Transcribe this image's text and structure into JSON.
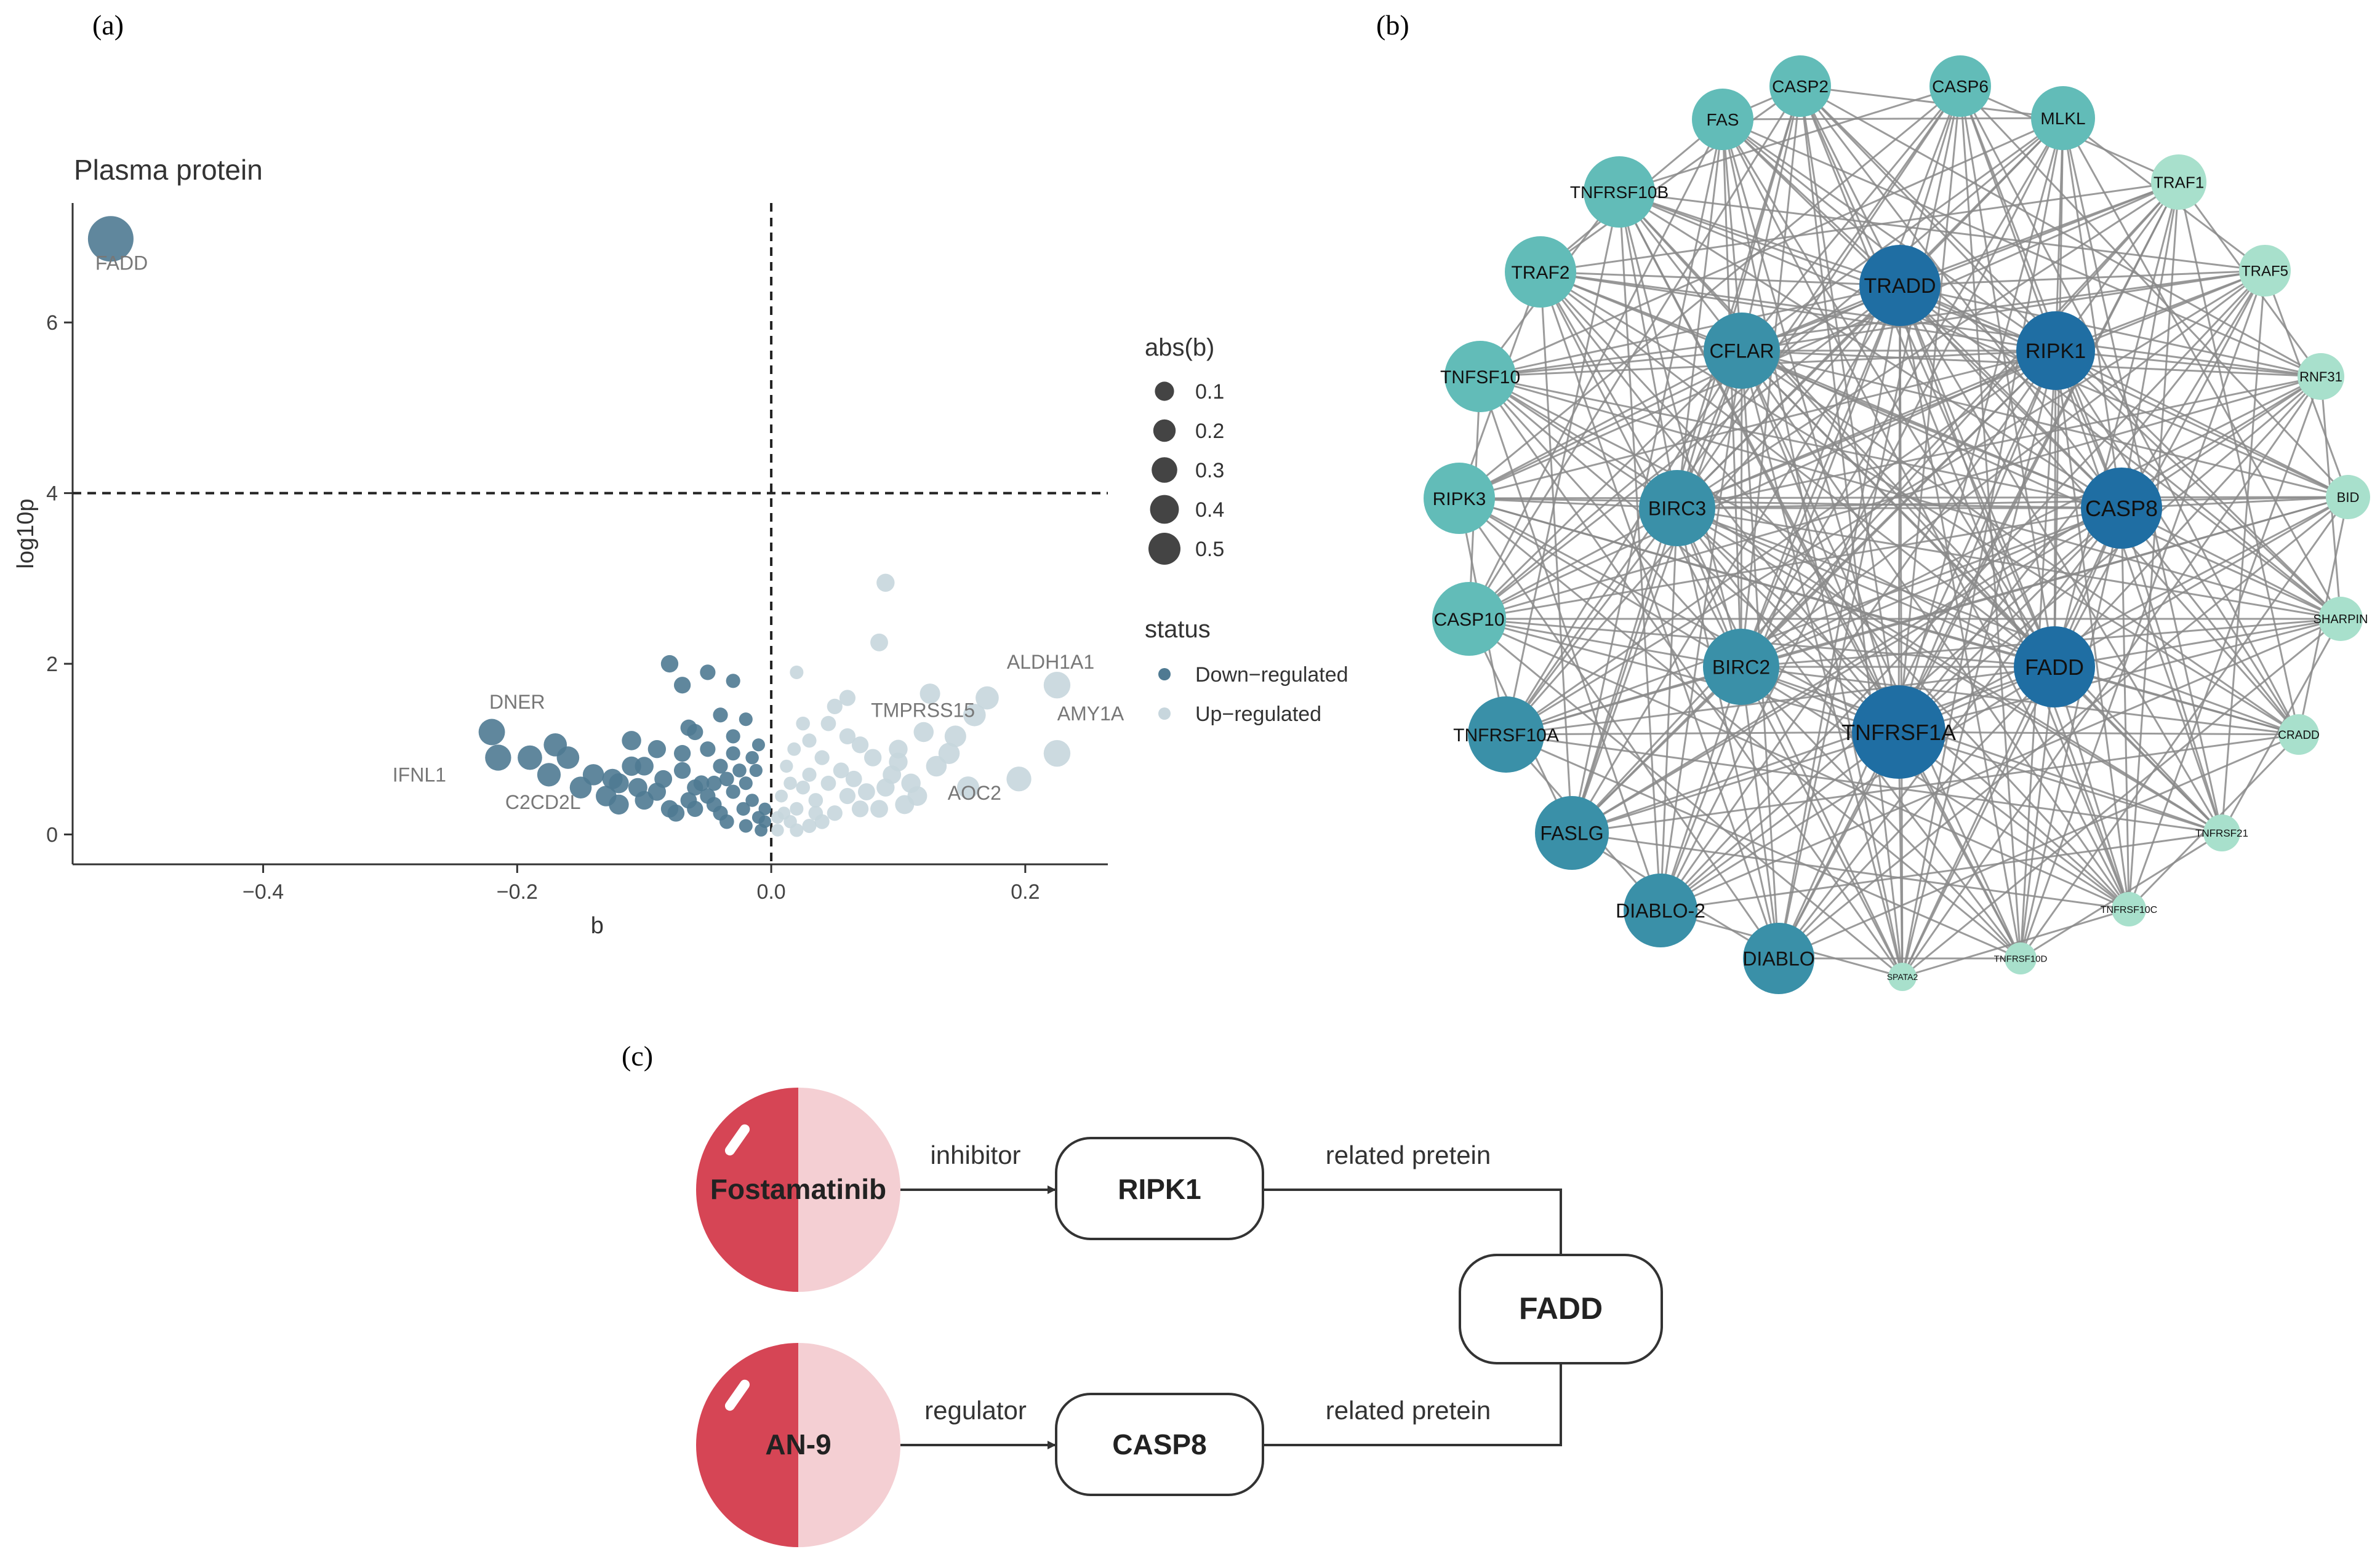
{
  "panels": {
    "a": "(a)",
    "b": "(b)",
    "c": "(c)"
  },
  "chart_data": [
    {
      "type": "scatter",
      "title": "Plasma protein",
      "xlabel": "b",
      "ylabel": "log10p",
      "xlim": [
        -0.55,
        0.265
      ],
      "ylim": [
        -0.35,
        7.4
      ],
      "x_ticks": [
        -0.4,
        -0.2,
        0.0,
        0.2
      ],
      "x_tick_labels": [
        "−0.4",
        "−0.2",
        "0.0",
        "0.2"
      ],
      "y_ticks": [
        0,
        2,
        4,
        6
      ],
      "y_tick_labels": [
        "0",
        "2",
        "4",
        "6"
      ],
      "threshold_y": 4,
      "threshold_x": 0,
      "grid": false,
      "legend_size": {
        "title": "abs(b)",
        "labels": [
          "0.1",
          "0.2",
          "0.3",
          "0.4",
          "0.5"
        ],
        "values": [
          0.1,
          0.2,
          0.3,
          0.4,
          0.5
        ]
      },
      "legend_status": {
        "title": "status",
        "entries": [
          {
            "label": "Down−regulated",
            "color": "#4f7a92"
          },
          {
            "label": "Up−regulated",
            "color": "#c7d6dd"
          }
        ]
      },
      "series": [
        {
          "name": "Down−regulated",
          "color": "#4f7a92",
          "points": [
            [
              -0.52,
              6.98
            ],
            [
              -0.22,
              1.2
            ],
            [
              -0.215,
              0.9
            ],
            [
              -0.19,
              0.9
            ],
            [
              -0.17,
              1.05
            ],
            [
              -0.16,
              0.9
            ],
            [
              -0.14,
              0.7
            ],
            [
              -0.12,
              0.6
            ],
            [
              -0.11,
              1.1
            ],
            [
              -0.1,
              0.8
            ],
            [
              -0.08,
              2.0
            ],
            [
              -0.07,
              1.75
            ],
            [
              -0.05,
              1.9
            ],
            [
              -0.03,
              1.8
            ],
            [
              -0.04,
              1.4
            ],
            [
              -0.065,
              1.25
            ],
            [
              -0.03,
              1.15
            ],
            [
              -0.02,
              1.35
            ],
            [
              -0.015,
              0.9
            ],
            [
              -0.05,
              1.0
            ],
            [
              -0.06,
              0.55
            ],
            [
              -0.07,
              0.75
            ],
            [
              -0.09,
              0.5
            ],
            [
              -0.1,
              0.4
            ],
            [
              -0.13,
              0.45
            ],
            [
              -0.15,
              0.55
            ],
            [
              -0.175,
              0.7
            ],
            [
              -0.12,
              0.35
            ],
            [
              -0.08,
              0.3
            ],
            [
              -0.06,
              0.3
            ],
            [
              -0.04,
              0.25
            ],
            [
              -0.03,
              0.5
            ],
            [
              -0.02,
              0.6
            ],
            [
              -0.015,
              0.4
            ],
            [
              -0.01,
              0.2
            ],
            [
              -0.005,
              0.15
            ],
            [
              -0.008,
              0.05
            ],
            [
              -0.02,
              0.1
            ],
            [
              -0.035,
              0.15
            ],
            [
              -0.045,
              0.35
            ],
            [
              -0.055,
              0.6
            ],
            [
              -0.025,
              0.75
            ],
            [
              -0.04,
              0.8
            ],
            [
              -0.07,
              0.95
            ],
            [
              -0.09,
              1.0
            ],
            [
              -0.11,
              0.8
            ],
            [
              -0.03,
              0.95
            ],
            [
              -0.06,
              1.2
            ],
            [
              -0.05,
              0.45
            ],
            [
              -0.085,
              0.65
            ],
            [
              -0.105,
              0.55
            ],
            [
              -0.125,
              0.65
            ],
            [
              -0.012,
              0.75
            ],
            [
              -0.005,
              0.3
            ],
            [
              -0.022,
              0.3
            ],
            [
              -0.045,
              0.6
            ],
            [
              -0.065,
              0.4
            ],
            [
              -0.01,
              1.05
            ],
            [
              -0.035,
              0.65
            ],
            [
              -0.075,
              0.25
            ]
          ]
        },
        {
          "name": "Up−regulated",
          "color": "#c7d6dd",
          "points": [
            [
              0.09,
              2.95
            ],
            [
              0.085,
              2.25
            ],
            [
              0.02,
              1.9
            ],
            [
              0.06,
              1.6
            ],
            [
              0.05,
              1.5
            ],
            [
              0.03,
              1.1
            ],
            [
              0.045,
              1.3
            ],
            [
              0.125,
              1.65
            ],
            [
              0.17,
              1.6
            ],
            [
              0.225,
              1.75
            ],
            [
              0.16,
              1.4
            ],
            [
              0.145,
              1.15
            ],
            [
              0.12,
              1.2
            ],
            [
              0.1,
              1.0
            ],
            [
              0.13,
              0.8
            ],
            [
              0.14,
              0.95
            ],
            [
              0.11,
              0.6
            ],
            [
              0.095,
              0.7
            ],
            [
              0.08,
              0.9
            ],
            [
              0.07,
              1.05
            ],
            [
              0.065,
              0.65
            ],
            [
              0.06,
              0.45
            ],
            [
              0.04,
              0.9
            ],
            [
              0.03,
              0.7
            ],
            [
              0.025,
              0.55
            ],
            [
              0.02,
              0.3
            ],
            [
              0.015,
              0.15
            ],
            [
              0.01,
              0.25
            ],
            [
              0.005,
              0.2
            ],
            [
              0.008,
              0.45
            ],
            [
              0.012,
              0.8
            ],
            [
              0.018,
              1.0
            ],
            [
              0.035,
              0.4
            ],
            [
              0.05,
              0.25
            ],
            [
              0.055,
              0.75
            ],
            [
              0.075,
              0.5
            ],
            [
              0.09,
              0.55
            ],
            [
              0.105,
              0.35
            ],
            [
              0.115,
              0.45
            ],
            [
              0.155,
              0.55
            ],
            [
              0.195,
              0.65
            ],
            [
              0.225,
              0.95
            ],
            [
              0.085,
              0.3
            ],
            [
              0.04,
              0.15
            ],
            [
              0.03,
              0.1
            ],
            [
              0.015,
              0.6
            ],
            [
              0.025,
              1.3
            ],
            [
              0.06,
              1.15
            ],
            [
              0.045,
              0.6
            ],
            [
              0.07,
              0.3
            ],
            [
              0.005,
              0.05
            ],
            [
              0.02,
              0.05
            ],
            [
              0.035,
              0.25
            ],
            [
              0.1,
              0.85
            ]
          ]
        }
      ],
      "annotations": [
        {
          "label": "FADD",
          "x": -0.52,
          "y": 6.98
        },
        {
          "label": "DNER",
          "x": -0.2,
          "y": 1.3
        },
        {
          "label": "IFNL1",
          "x": -0.24,
          "y": 0.85
        },
        {
          "label": "C2CD2L",
          "x": -0.17,
          "y": 0.55
        },
        {
          "label": "ALDH1A1",
          "x": 0.2,
          "y": 1.9
        },
        {
          "label": "TMPRSS15",
          "x": 0.11,
          "y": 1.4
        },
        {
          "label": "AMY1A",
          "x": 0.23,
          "y": 1.25
        },
        {
          "label": "AOC2",
          "x": 0.16,
          "y": 0.6
        }
      ]
    }
  ],
  "network": {
    "nodes": [
      "CASP2",
      "CASP6",
      "MLKL",
      "TRAF1",
      "TRAF5",
      "RNF31",
      "BID",
      "SHARPIN",
      "CRADD",
      "TNFRSF21",
      "TNFRSF10C",
      "TNFRSF10D",
      "SPATA2",
      "DIABLO",
      "DIABLO-2",
      "FASLG",
      "TNFRSF10A",
      "CASP10",
      "RIPK3",
      "TNFSF10",
      "TRAF2",
      "TNFRSF10B",
      "FAS",
      "TRADD",
      "RIPK1",
      "CFLAR",
      "BIRC3",
      "CASP8",
      "BIRC2",
      "FADD",
      "TNFRSF1A"
    ],
    "node_colors": {
      "strong": "#1f6ea3",
      "mid": "#3a90a8",
      "light": "#62bcb8",
      "pale": "#a8e0cc"
    },
    "edge_color": "#8a8a8a"
  },
  "flow": {
    "drugs": [
      {
        "label": "Fostamatinib",
        "color_left": "#d64555",
        "color_right": "#f4cfd3"
      },
      {
        "label": "AN-9",
        "color_left": "#d64555",
        "color_right": "#f4cfd3"
      }
    ],
    "edges": [
      {
        "label": "inhibitor"
      },
      {
        "label": "regulator"
      },
      {
        "label": "related pretein"
      },
      {
        "label": "related pretein"
      }
    ],
    "boxes": [
      "RIPK1",
      "CASP8",
      "FADD"
    ]
  }
}
